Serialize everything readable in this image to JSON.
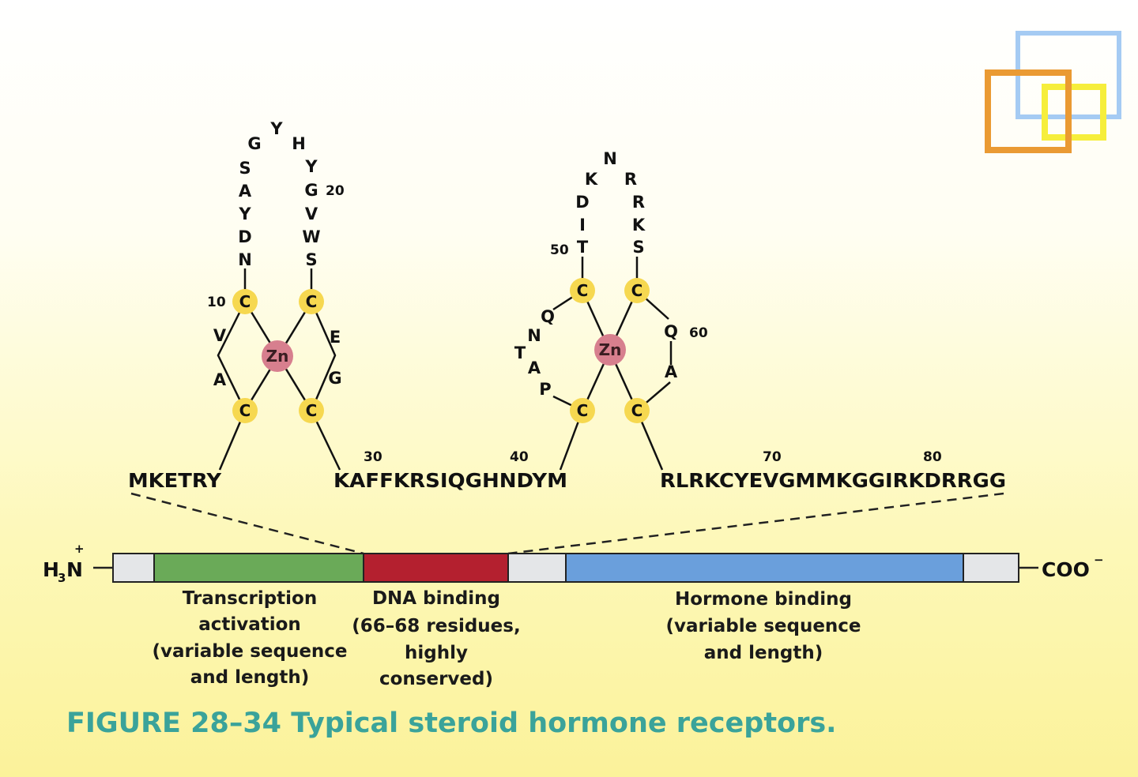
{
  "colors": {
    "caption": "#3aa39a",
    "transcription_domain": "#6aaa58",
    "dna_domain": "#b4202f",
    "hormone_domain": "#6a9fdc",
    "linker_domain": "#e4e6e8",
    "cysteine": "#f6d850",
    "zinc": "#d77f8e",
    "logo_blue": "#a5cbf3",
    "logo_orange": "#ea9a33",
    "logo_yellow": "#f6ee3c"
  },
  "icons": [
    "overlapping-squares-logo"
  ],
  "finger1": {
    "left_strand": [
      "A",
      "V",
      "N",
      "D",
      "Y",
      "A",
      "S",
      "G"
    ],
    "top": "Y",
    "right_strand": [
      "H",
      "Y",
      "G",
      "V",
      "W",
      "S"
    ],
    "right_loop": [
      "E",
      "G"
    ],
    "cys": "C",
    "zn": "Zn",
    "num10": "10",
    "num20": "20"
  },
  "finger2": {
    "left_loop": [
      "P",
      "A",
      "T",
      "N",
      "Q"
    ],
    "left_strand": [
      "T",
      "I",
      "D",
      "K"
    ],
    "top": "N",
    "right_strand": [
      "R",
      "R",
      "K",
      "S"
    ],
    "right_loop": [
      "Q",
      "A"
    ],
    "cys": "C",
    "zn": "Zn",
    "num50": "50",
    "num60": "60"
  },
  "sequence": {
    "seg1": "MKETRY",
    "seg2": "KAFFKRSIQGHNDYM",
    "seg3": "RLRKCYEVGMMKGGIRKDRRGG",
    "num30": "30",
    "num40": "40",
    "num70": "70",
    "num80": "80"
  },
  "bar": {
    "n_term": "H",
    "n_term_sub": "3",
    "n_term_n": "N",
    "n_term_charge": "+",
    "c_term": "COO",
    "c_term_charge": "−"
  },
  "domains": {
    "transcription": [
      "Transcription",
      "activation",
      "(variable sequence",
      "and length)"
    ],
    "dna": [
      "DNA binding",
      "(66–68 residues,",
      "highly",
      "conserved)"
    ],
    "hormone": [
      "Hormone binding",
      "(variable sequence",
      "and length)"
    ]
  },
  "caption": "FIGURE 28–34 Typical steroid hormone receptors."
}
